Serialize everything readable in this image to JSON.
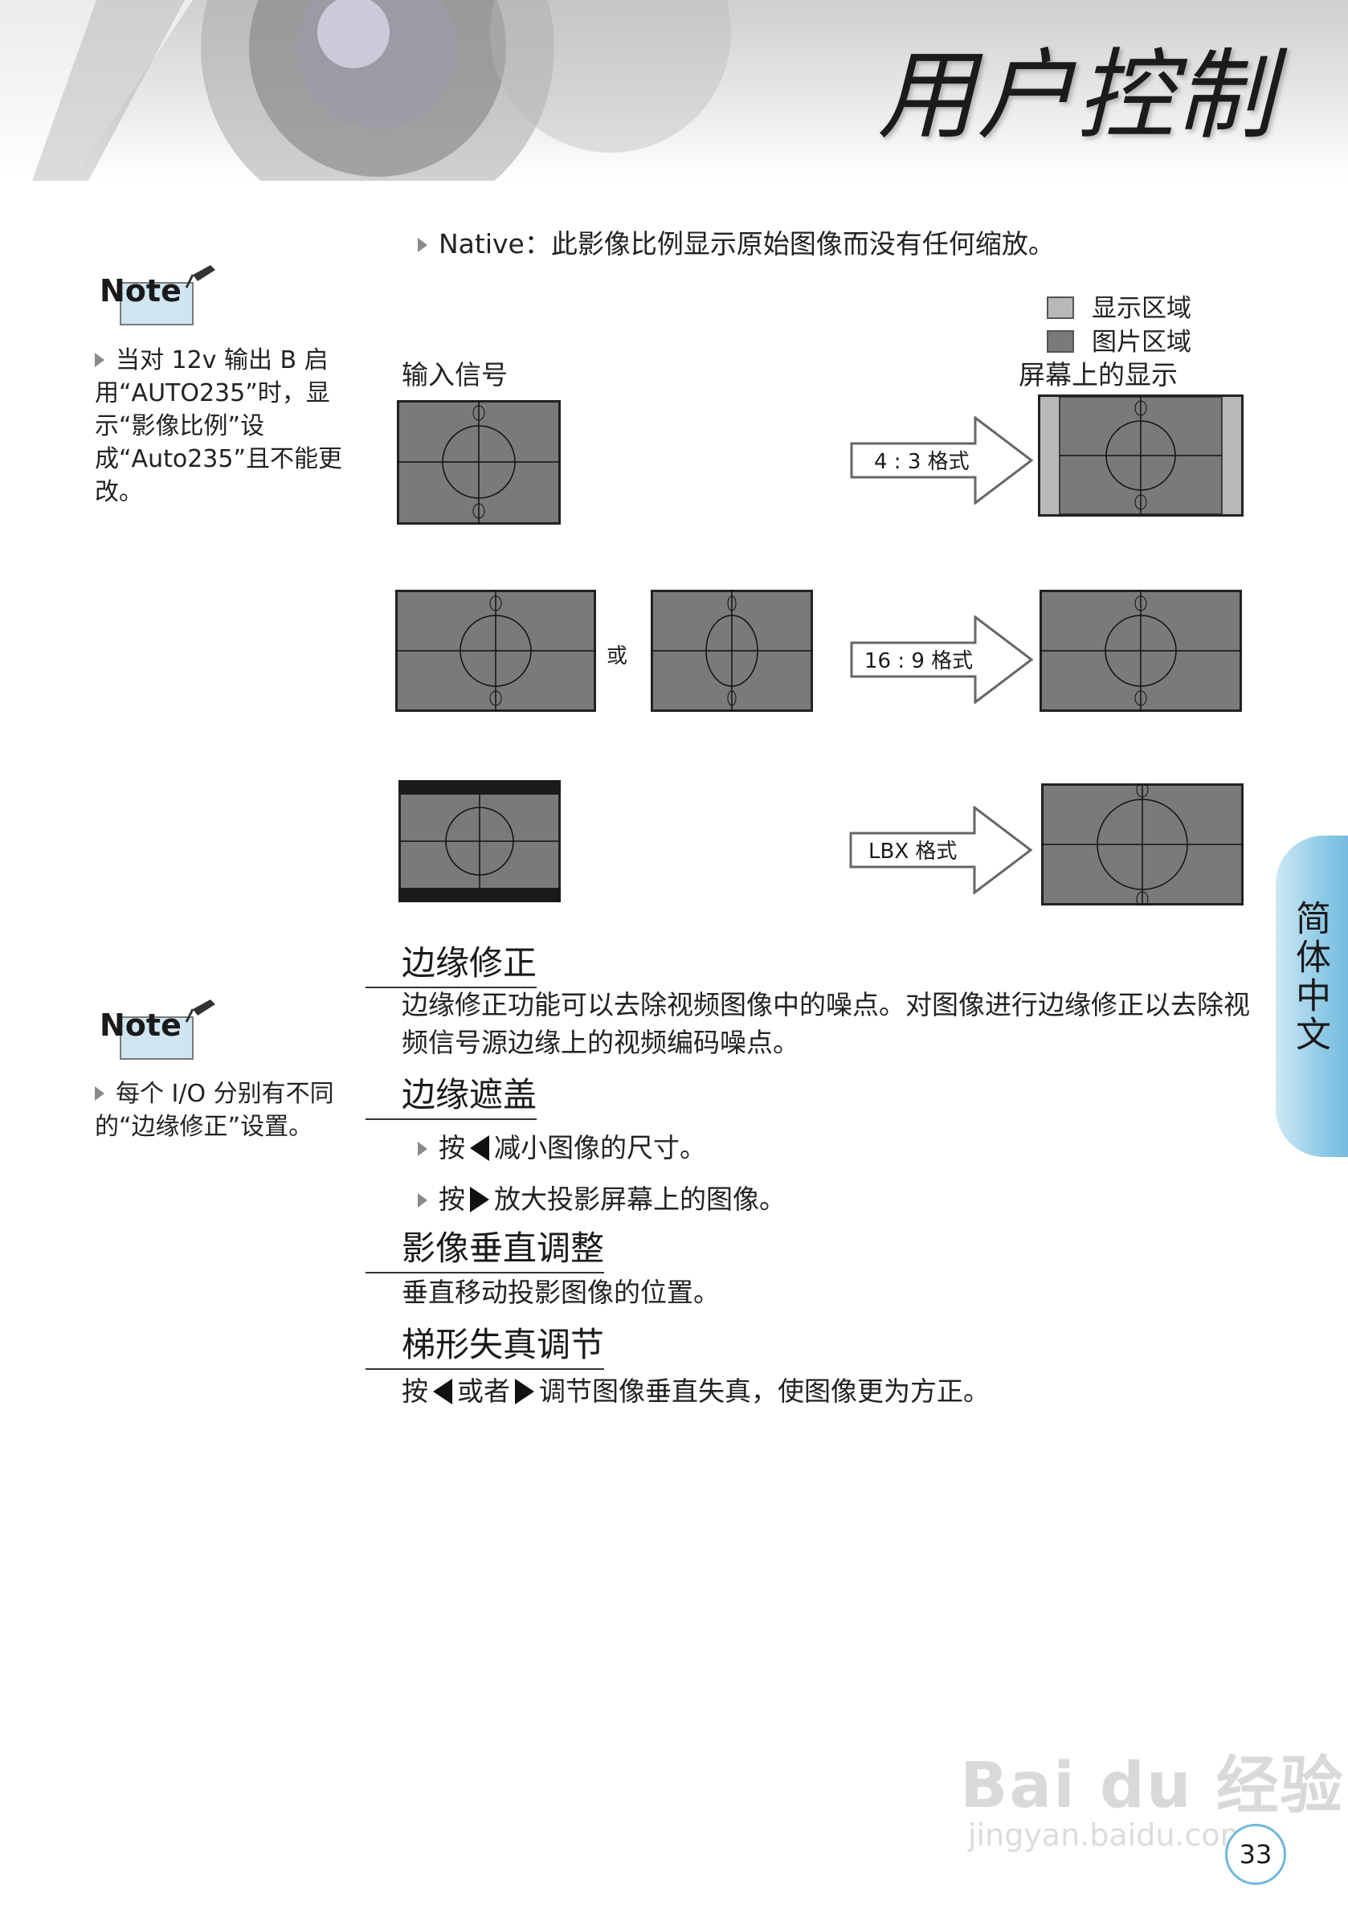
{
  "header": {
    "title": "用户控制"
  },
  "notes": [
    {
      "label": "Note",
      "text": "当对 12v 输出 B 启用“AUTO235”时，显示“影像比例”设成“Auto235”且不能更改。"
    },
    {
      "label": "Note",
      "text": "每个 I/O 分别有不同的“边缘修正”设置。"
    }
  ],
  "native": {
    "text": "Native：此影像比例显示原始图像而没有任何缩放。"
  },
  "diagram": {
    "legend": [
      {
        "label": "显示区域",
        "color": "#b8b8b8"
      },
      {
        "label": "图片区域",
        "color": "#7a7a7a"
      }
    ],
    "input_label": "输入信号",
    "output_label": "屏幕上的显示",
    "or_label": "或",
    "arrows": [
      "4 : 3 格式",
      "16 : 9 格式",
      "LBX 格式"
    ]
  },
  "sections": {
    "edge_correction": {
      "heading": "边缘修正",
      "text": "边缘修正功能可以去除视频图像中的噪点。对图像进行边缘修正以去除视频信号源边缘上的视频编码噪点。"
    },
    "edge_mask": {
      "heading": "边缘遮盖",
      "items": [
        {
          "pre": "按",
          "post": "减小图像的尺寸。"
        },
        {
          "pre": "按",
          "post": "放大投影屏幕上的图像。"
        }
      ]
    },
    "v_shift": {
      "heading": "影像垂直调整",
      "text": "垂直移动投影图像的位置。"
    },
    "keystone": {
      "heading": "梯形失真调节",
      "pre": "按",
      "mid": "或者",
      "post": "调节图像垂直失真，使图像更为方正。"
    }
  },
  "side_tab": {
    "label": "简体中文"
  },
  "page_number": "33",
  "watermark": {
    "brand": "Bai du 经验",
    "url": "jingyan.baidu.com"
  }
}
